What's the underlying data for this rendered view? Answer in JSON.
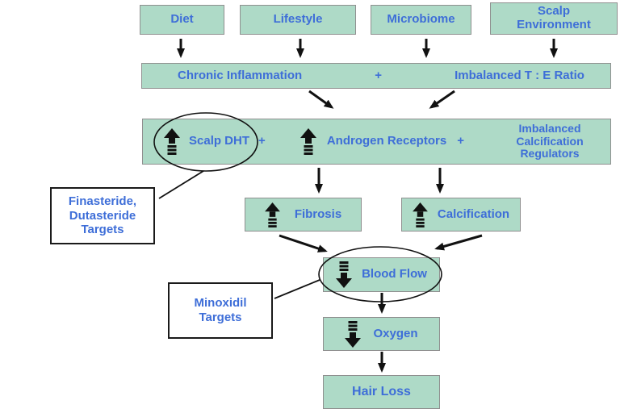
{
  "colors": {
    "box_fill": "#aedac7",
    "box_border": "#8f8f8f",
    "text_blue": "#3e6ed8",
    "callout_border": "#1a1a1a",
    "arrow_black": "#111111"
  },
  "top_row": [
    {
      "label": "Diet"
    },
    {
      "label": "Lifestyle"
    },
    {
      "label": "Microbiome"
    },
    {
      "label": "Scalp Environment"
    }
  ],
  "inflammation": {
    "left": "Chronic Inflammation",
    "plus": "+",
    "right": "Imbalanced T : E Ratio"
  },
  "dht_row": {
    "scalp_dht": "Scalp DHT",
    "plus1": "+",
    "androgen": "Androgen Receptors",
    "plus2": "+",
    "calc": "Imbalanced Calcification Regulators",
    "scalp_dht_icon": "increase-arrow-icon",
    "androgen_icon": "increase-arrow-icon"
  },
  "fibrosis": {
    "label": "Fibrosis",
    "icon": "increase-arrow-icon"
  },
  "calcification": {
    "label": "Calcification",
    "icon": "increase-arrow-icon"
  },
  "blood_flow": {
    "label": "Blood Flow",
    "icon": "decrease-arrow-icon"
  },
  "oxygen": {
    "label": "Oxygen",
    "icon": "decrease-arrow-icon"
  },
  "hair_loss": {
    "label": "Hair Loss"
  },
  "callouts": {
    "finasteride": "Finasteride, Dutasteride Targets",
    "minoxidil": "Minoxidil Targets"
  }
}
